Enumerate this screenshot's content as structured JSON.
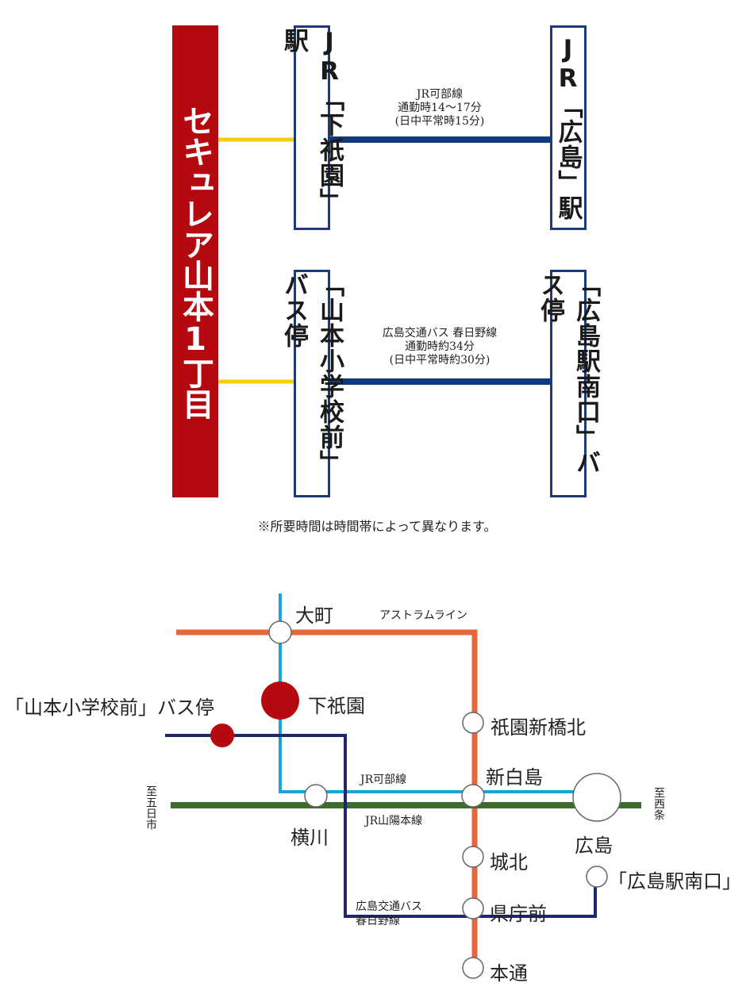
{
  "property": "セキュレア山本1丁目",
  "route1": {
    "from": "JR「下祇園」駅",
    "to": "JR「広島」駅",
    "line": "JR可部線",
    "commute": "通勤時14〜17分",
    "daytime": "(日中平常時15分)"
  },
  "route2": {
    "from": "「山本小学校前」バス停",
    "to": "「広島駅南口」バス停",
    "line": "広島交通バス 春日野線",
    "commute": "通勤時約34分",
    "daytime": "(日中平常時約30分)"
  },
  "note": "※所要時間は時間帯によって異なります。",
  "map": {
    "stations": {
      "omachi": "大町",
      "shimogion": "下祇園",
      "yamamoto_bus": "「山本小学校前」バス停",
      "gion_shinbashi": "祇園新橋北",
      "shin_hakushima": "新白島",
      "yokogawa": "横川",
      "hiroshima": "広島",
      "johoku": "城北",
      "kenchomae": "県庁前",
      "hondori": "本通",
      "hiroshima_minami": "「広島駅南口」"
    },
    "lines": {
      "astram": "アストラムライン",
      "kabe": "JR可部線",
      "sanyo": "JR山陽本線",
      "bus1": "広島交通バス",
      "bus2": "春日野線"
    },
    "directions": {
      "west": "至五日市",
      "east": "至西条"
    }
  },
  "colors": {
    "red": "#b5080f",
    "navy": "#1d3a7a",
    "yellow": "#f5cf0a",
    "orange": "#e8673a",
    "lightblue": "#1aa3d8",
    "green": "#3d6b2e",
    "bus": "#1d2670"
  }
}
